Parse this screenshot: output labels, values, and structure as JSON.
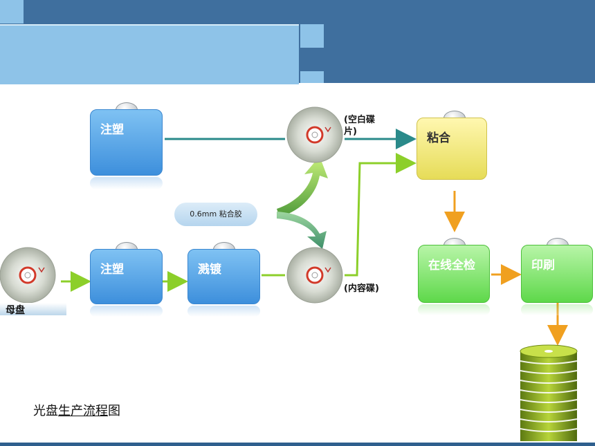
{
  "boxes": {
    "mold_top": "注塑",
    "mold_bottom": "注塑",
    "sputter": "溅镀",
    "bond": "粘合",
    "inspect": "在线全检",
    "print": "印刷"
  },
  "labels": {
    "adhesive": "0.6mm 粘合胶",
    "blank_disc_line1": "(空白碟",
    "blank_disc_line2": "片)",
    "content_disc": "(内容碟)",
    "master": "母盘"
  },
  "caption": {
    "pre": "光盘",
    "underlined": "生产流程",
    "post": "图"
  },
  "colors": {
    "header_dark": "#3f6f9e",
    "header_light": "#8ec3e8",
    "box_blue": "#3d8fdc",
    "box_yellow": "#e6dc58",
    "box_green": "#5ed84a",
    "arrow_teal": "#2a8a8a",
    "arrow_green": "#8ccf2a",
    "arrow_orange": "#f0a020"
  }
}
